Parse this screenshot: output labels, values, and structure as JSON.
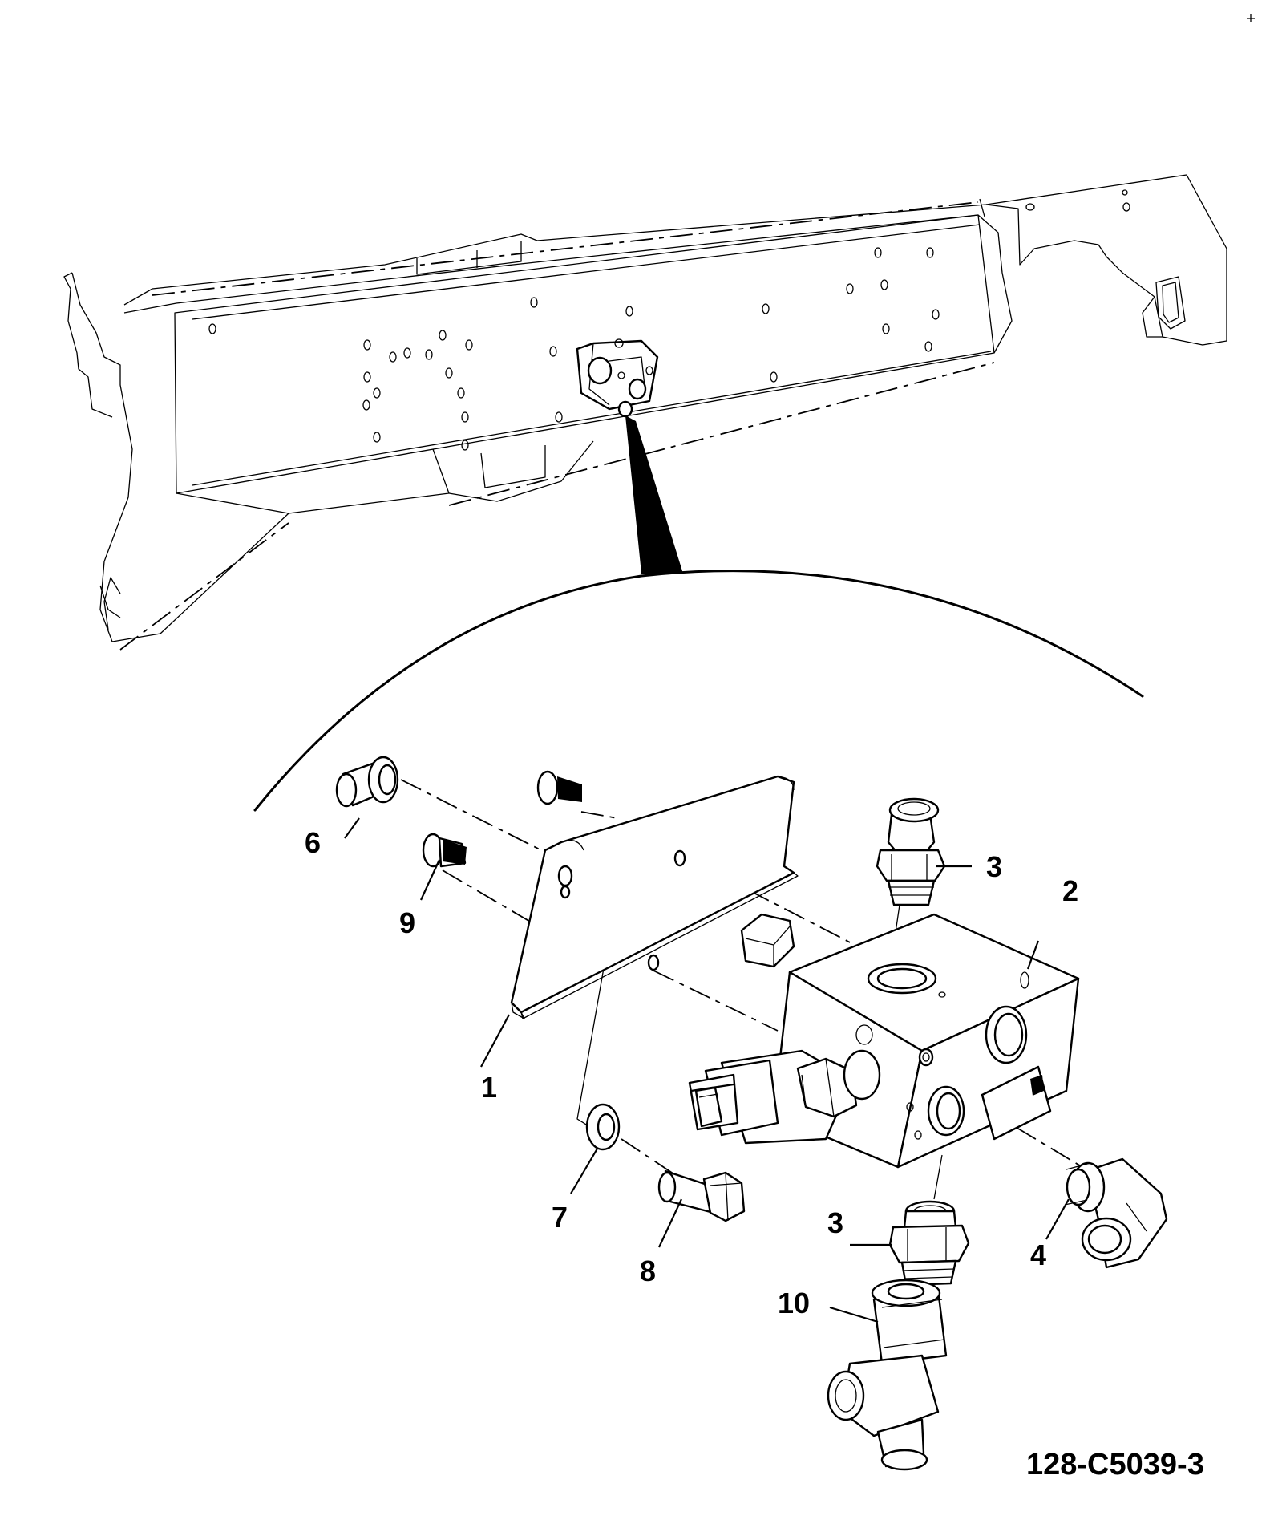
{
  "drawing_number": "128-C5039-3",
  "callouts": {
    "c1": "1",
    "c2": "2",
    "c3_top": "3",
    "c3_bottom": "3",
    "c4": "4",
    "c6": "6",
    "c7": "7",
    "c8": "8",
    "c9": "9",
    "c10": "10"
  }
}
